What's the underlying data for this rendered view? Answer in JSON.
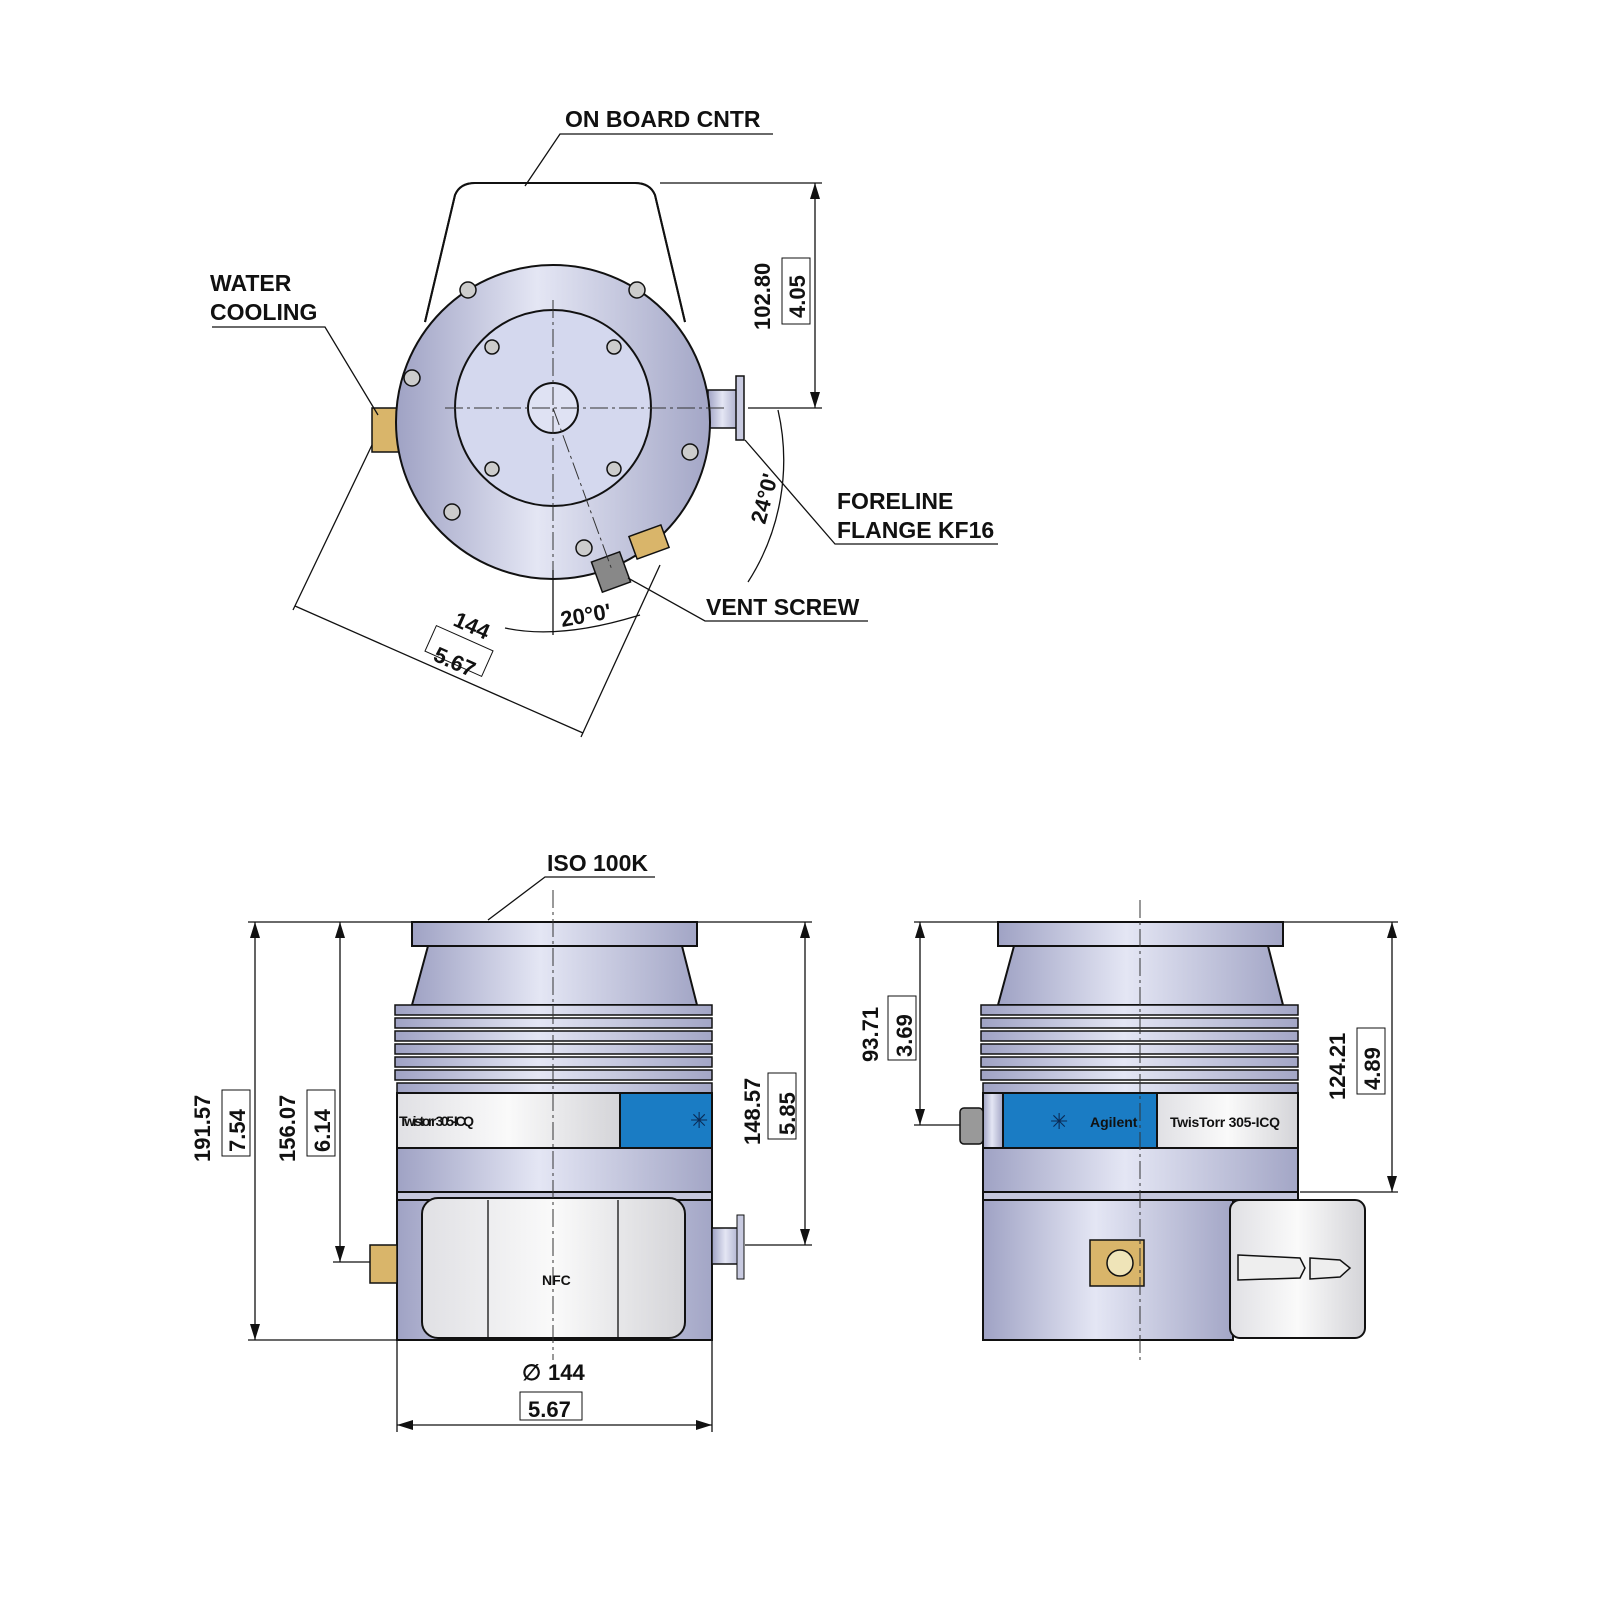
{
  "callouts": {
    "on_board_cntr": "ON BOARD CNTR",
    "water_cooling_1": "WATER",
    "water_cooling_2": "COOLING",
    "foreline_1": "FORELINE",
    "foreline_2": "FLANGE KF16",
    "vent_screw": "VENT SCREW",
    "iso": "ISO 100K"
  },
  "top_view": {
    "height_mm": "102.80",
    "height_in": "4.05",
    "angle_foreline": "24°0'",
    "angle_vent": "20°0'",
    "width_mm": "144",
    "width_in": "5.67"
  },
  "front_view": {
    "total_mm": "191.57",
    "total_in": "7.54",
    "water_mm": "156.07",
    "water_in": "6.14",
    "foreline_mm": "148.57",
    "foreline_in": "5.85",
    "diameter_symbol": "∅",
    "diameter_mm": "144",
    "diameter_in": "5.67",
    "band_text": "Twistorr 305-ICQ",
    "nfc": "NFC"
  },
  "side_view": {
    "vent_mm": "93.71",
    "vent_in": "3.69",
    "ctrl_mm": "124.21",
    "ctrl_in": "4.89",
    "brand": "Agilent",
    "model": "TwisTorr 305-ICQ"
  },
  "colors": {
    "metal": "#b9bcd6",
    "blue": "#1a7cc4",
    "brass": "#d9b56a"
  }
}
